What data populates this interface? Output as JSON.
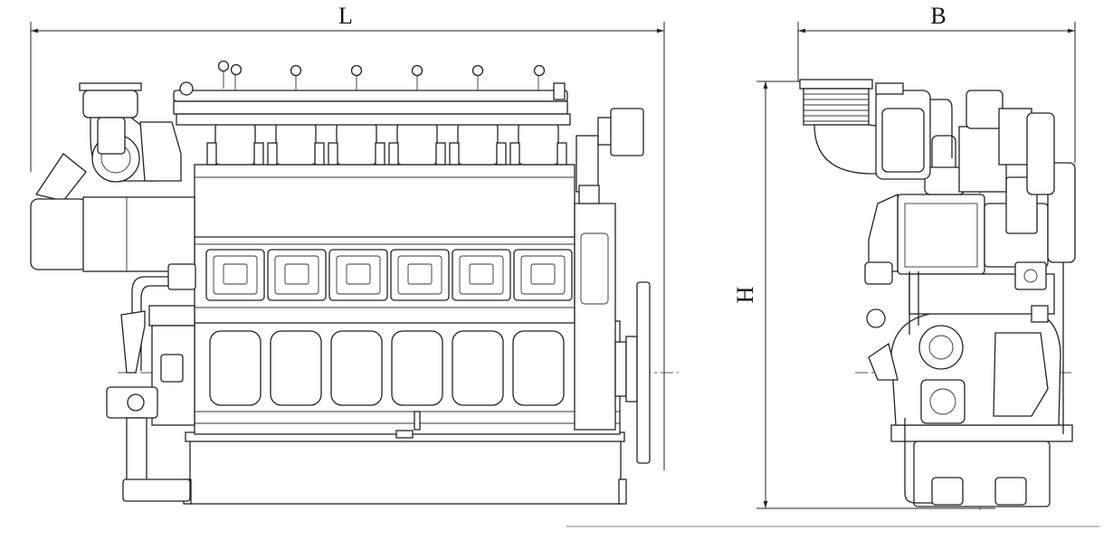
{
  "dimensions": {
    "length_label": "L",
    "width_label": "B",
    "height_label": "H"
  }
}
